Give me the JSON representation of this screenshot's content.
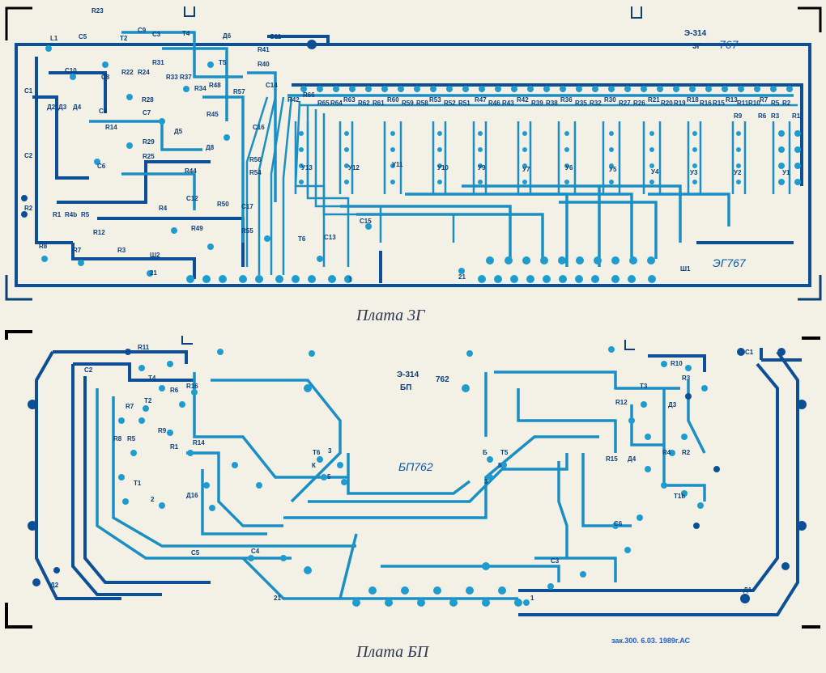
{
  "board_3g": {
    "title": "Э-314",
    "subtitle": "3Г",
    "number": "767",
    "stamp": "ЭГ767",
    "caption": "Плата 3Г",
    "marks": {
      "p21": "21",
      "p21b": "21",
      "p1": "1",
      "sh1": "Ш1"
    },
    "components_left": [
      "R23",
      "L1",
      "C9",
      "T2",
      "C5",
      "C3",
      "T4",
      "Д6",
      "C11",
      "R41",
      "R40",
      "C10",
      "C8",
      "R22",
      "R24",
      "R31",
      "T5",
      "R33",
      "R37",
      "R48",
      "R34",
      "C14",
      "R57",
      "C4",
      "C7",
      "R28",
      "Д5",
      "R45",
      "R14",
      "R29",
      "R25",
      "Д8",
      "C16",
      "R56",
      "R54",
      "R44",
      "C12",
      "C17",
      "R50",
      "R4",
      "R49",
      "R55",
      "T6",
      "C13",
      "C15",
      "R12",
      "R3",
      "R8",
      "R7",
      "Ш2",
      "R2",
      "R1",
      "R4b",
      "C6",
      "R5",
      "Д4",
      "Д3",
      "Д2",
      "C2",
      "C1",
      "R42"
    ],
    "components_right": [
      "R66",
      "R65",
      "R64",
      "R63",
      "R62",
      "R61",
      "R60",
      "R59",
      "R58",
      "R53",
      "R52",
      "R51",
      "R47",
      "R46",
      "R43",
      "R42",
      "R39",
      "R38",
      "R36",
      "R35",
      "R32",
      "R30",
      "R27",
      "R26",
      "R21",
      "R20",
      "R19",
      "R18",
      "R16",
      "R15",
      "R13",
      "R11",
      "R10",
      "R9",
      "R7",
      "R6",
      "R5",
      "R3",
      "R2",
      "R1"
    ],
    "ics": [
      "У13",
      "У12",
      "У11",
      "У10",
      "У9",
      "У7",
      "У6",
      "У5",
      "У4",
      "У3",
      "У2",
      "У1"
    ]
  },
  "board_bp": {
    "title": "Э-314",
    "subtitle": "БП",
    "number": "762",
    "stamp": "БП762",
    "caption": "Плата БП",
    "footer_stamp": "зак.300. 6.03. 1989г.АС",
    "marks": {
      "p21": "21",
      "p1": "1",
      "p3": "3",
      "p5": "5",
      "p5b": "5",
      "b": "Б",
      "k": "К",
      "p3b": "3",
      "p2": "2"
    },
    "components": [
      "R11",
      "T4",
      "C2",
      "R6",
      "R16",
      "T2",
      "R9",
      "R8",
      "R5",
      "R1",
      "R14",
      "Д16",
      "T1",
      "R7",
      "C5",
      "C4",
      "T6",
      "T5",
      "C1",
      "R10",
      "R3",
      "R2",
      "T3",
      "Д3",
      "R12",
      "R15",
      "Д4",
      "R4",
      "Д1",
      "Д2",
      "C3",
      "C6",
      "T1b"
    ]
  },
  "colors": {
    "dark_trace": "#0d4f96",
    "light_trace": "#1b8fc4",
    "paper": "#f3f0e6"
  }
}
